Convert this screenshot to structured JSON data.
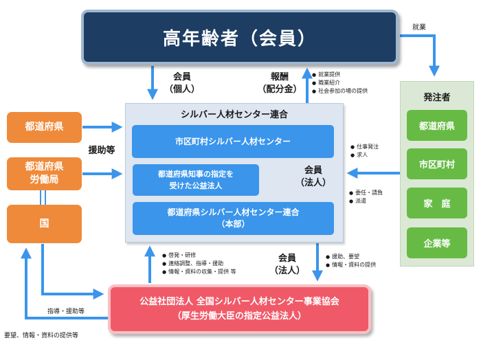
{
  "top": {
    "title": "高年齢者（会員）"
  },
  "left": {
    "prefecture": "都道府県",
    "labor_bureau": "都道府県\n労働局",
    "country": "国"
  },
  "rengo": {
    "title": "シルバー人材センター連合",
    "city_center": "市区町村シルバー人材センター",
    "governor_designated": "都道府県知事の指定を\n受けた公益法人",
    "pref_center": "都道府県シルバー人材センター連合\n（本部）"
  },
  "client": {
    "title": "発注者",
    "items": [
      "都道府県",
      "市区町村",
      "家　庭",
      "企業等"
    ]
  },
  "association": {
    "line1": "公益社団法人 全国シルバー人材センター事業協会",
    "line2": "（厚生労働大臣の指定公益法人）"
  },
  "labels": {
    "member_individual": "会員\n（個人）",
    "remuneration": "報酬\n（配分金）",
    "member_corporate_inner": "会員\n（法人）",
    "member_corporate_lower": "会員\n（法人）",
    "support": "援助等",
    "employment": "就業",
    "guidance": "指導・援助等",
    "request": "要望、情報・資料の提供等"
  },
  "bullets": {
    "top": [
      "就業提供",
      "職業紹介",
      "社会参加の場の提供"
    ],
    "client_order": [
      "仕事発注",
      "求人"
    ],
    "consignment": [
      "委任・請負",
      "派遣"
    ],
    "assoc_support": [
      "援助、要望",
      "情報・資料の提供"
    ],
    "enlightenment": [
      "啓発・研修",
      "連絡調整、指導・援助",
      "情報・資料の収集・提供 等"
    ]
  },
  "colors": {
    "navy": "#1d3d63",
    "orange": "#ef8a3a",
    "blue": "#3a95eb",
    "green": "#67bb45",
    "pink": "#f05a68",
    "arrow": "#3a95eb"
  }
}
